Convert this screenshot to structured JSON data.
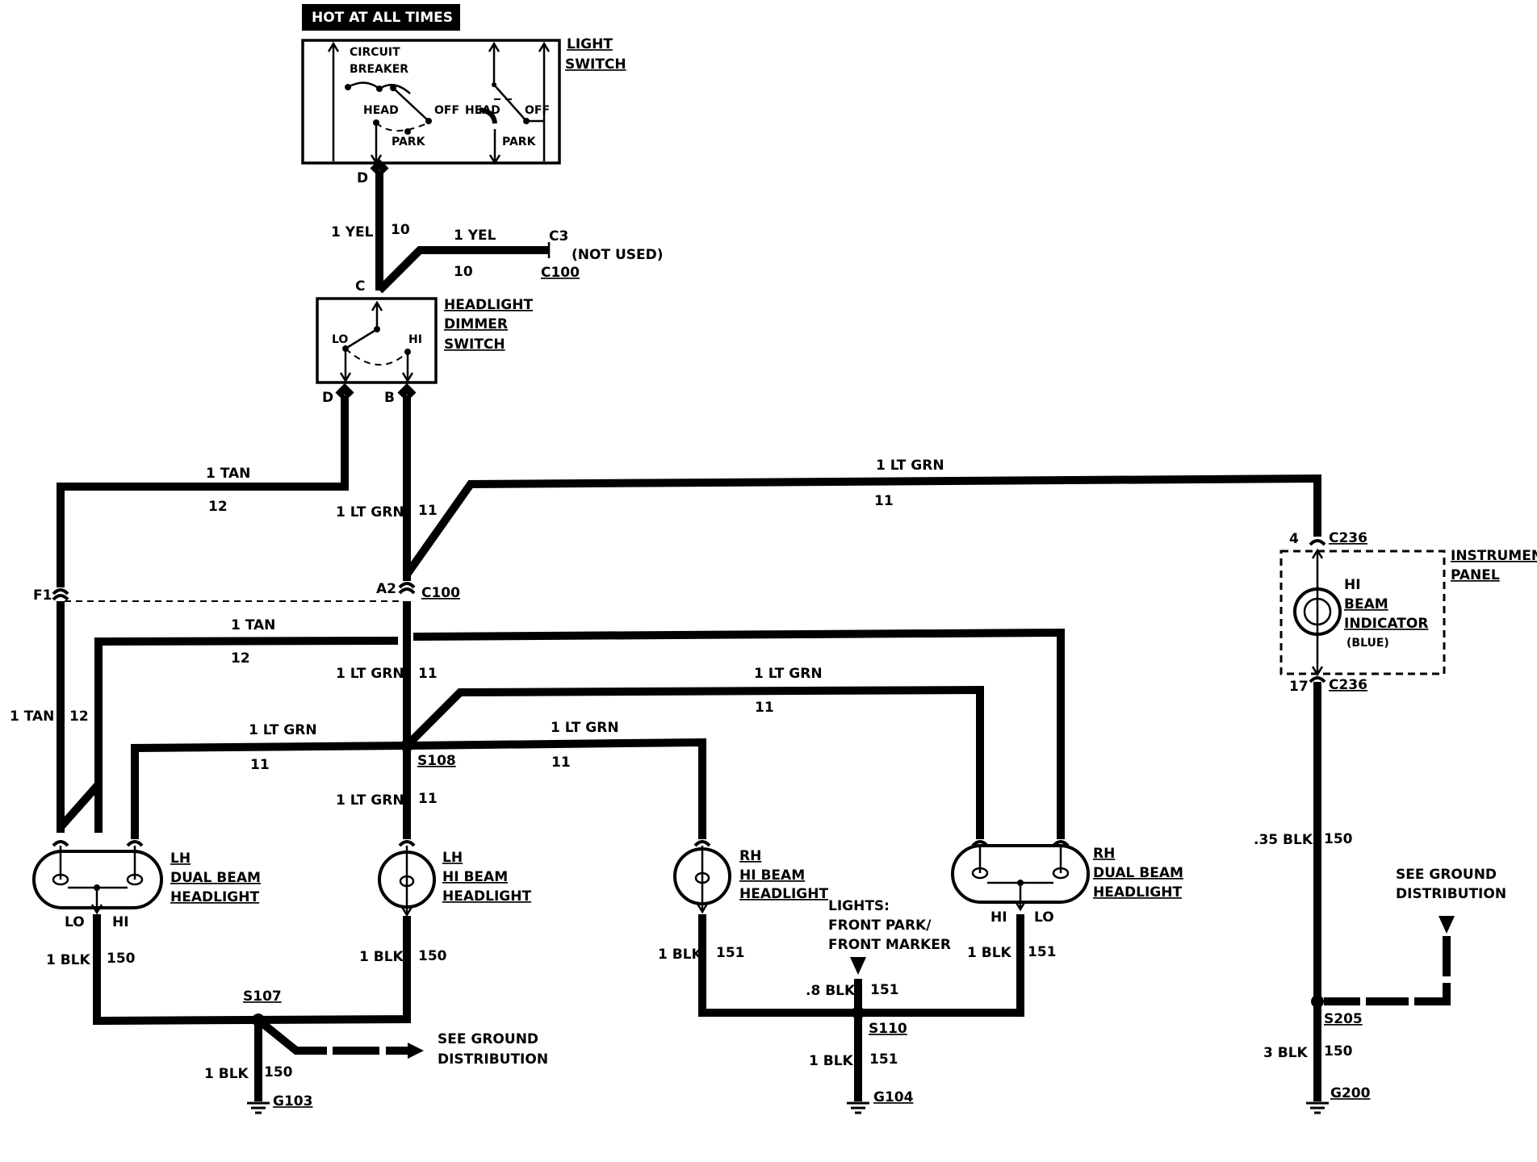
{
  "power": {
    "hot_label": "HOT AT ALL TIMES"
  },
  "light_switch": {
    "title_line1": "LIGHT",
    "title_line2": "SWITCH",
    "breaker_line1": "CIRCUIT",
    "breaker_line2": "BREAKER",
    "head_left": "HEAD",
    "off_left": "OFF",
    "park_left": "PARK",
    "head_right": "HEAD",
    "off_right": "OFF",
    "park_right": "PARK",
    "terminal": "D"
  },
  "feed_wire": {
    "color": "1 YEL",
    "circuit": "10"
  },
  "unused_branch": {
    "color": "1 YEL",
    "circuit": "10",
    "cavity": "C3",
    "connector": "C100",
    "note": "(NOT USED)"
  },
  "dimmer": {
    "terminal_in": "C",
    "title_line1": "HEADLIGHT",
    "title_line2": "DIMMER",
    "title_line3": "SWITCH",
    "lo": "LO",
    "hi": "HI",
    "terminal_d": "D",
    "terminal_b": "B"
  },
  "wires": {
    "tan_top": {
      "color": "1 TAN",
      "circuit": "12"
    },
    "ltgrn_mid": {
      "color": "1 LT GRN",
      "circuit": "11"
    },
    "ltgrn_top": {
      "color": "1 LT GRN",
      "circuit": "11"
    },
    "tan_second": {
      "color": "1 TAN",
      "circuit": "12"
    },
    "ltgrn_below": {
      "color": "1 LT GRN",
      "circuit": "11"
    },
    "tan_left": {
      "color": "1 TAN",
      "circuit": "12"
    },
    "ltgrn_left": {
      "color": "1 LT GRN",
      "circuit": "11"
    },
    "ltgrn_right": {
      "color": "1 LT GRN",
      "circuit": "11"
    },
    "ltgrn_rh_dual": {
      "color": "1 LT GRN",
      "circuit": "11"
    },
    "ltgrn_lh_hi": {
      "color": "1 LT GRN",
      "circuit": "11"
    }
  },
  "c100": {
    "cavity_f1": "F1",
    "cavity_a2": "A2",
    "connector": "C100"
  },
  "splice_s108": "S108",
  "instrument_panel": {
    "title_line1": "INSTRUMENT",
    "title_line2": "PANEL",
    "pin_top": "4",
    "conn_top": "C236",
    "pin_bottom": "17",
    "conn_bottom": "C236",
    "ind_line1": "HI",
    "ind_line2": "BEAM",
    "ind_line3": "INDICATOR",
    "ind_color": "(BLUE)"
  },
  "lamps": {
    "lh_dual": {
      "line1": "LH",
      "line2": "DUAL BEAM",
      "line3": "HEADLIGHT",
      "lo": "LO",
      "hi": "HI"
    },
    "lh_hi": {
      "line1": "LH",
      "line2": "HI BEAM",
      "line3": "HEADLIGHT"
    },
    "rh_hi": {
      "line1": "RH",
      "line2": "HI BEAM",
      "line3": "HEADLIGHT"
    },
    "rh_dual": {
      "line1": "RH",
      "line2": "DUAL BEAM",
      "line3": "HEADLIGHT",
      "hi": "HI",
      "lo": "LO"
    }
  },
  "grounds": {
    "lh_dual_wire": {
      "color": "1 BLK",
      "circuit": "150"
    },
    "lh_hi_wire": {
      "color": "1 BLK",
      "circuit": "150"
    },
    "s107": "S107",
    "see_ground_left_1": "SEE GROUND",
    "see_ground_left_2": "DISTRIBUTION",
    "g103_wire": {
      "color": "1 BLK",
      "circuit": "150"
    },
    "g103": "G103",
    "rh_hi_wire": {
      "color": "1 BLK",
      "circuit": "151"
    },
    "rh_dual_wire": {
      "color": "1 BLK",
      "circuit": "151"
    },
    "lights_line1": "LIGHTS:",
    "lights_line2": "FRONT PARK/",
    "lights_line3": "FRONT MARKER",
    "park_wire": {
      "color": ".8 BLK",
      "circuit": "151"
    },
    "s110": "S110",
    "g104_wire": {
      "color": "1 BLK",
      "circuit": "151"
    },
    "g104": "G104",
    "ind_wire": {
      "color": ".35 BLK",
      "circuit": "150"
    },
    "see_ground_right_1": "SEE GROUND",
    "see_ground_right_2": "DISTRIBUTION",
    "s205": "S205",
    "g200_wire": {
      "color": "3 BLK",
      "circuit": "150"
    },
    "g200": "G200"
  }
}
